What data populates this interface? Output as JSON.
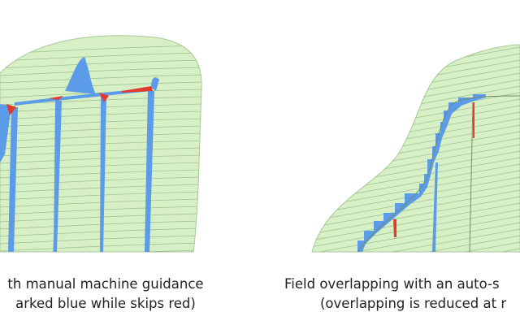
{
  "left_panel": {
    "caption_line1": "th manual machine guidance",
    "caption_line2": "arked blue while skips red)"
  },
  "right_panel": {
    "caption_line1": "Field overlapping with an auto-s",
    "caption_line2": "(overlapping is reduced at r"
  },
  "colors": {
    "field_fill": "#d6efc5",
    "field_stroke": "#a9c99a",
    "overlap": "#5b9be8",
    "skip": "#e23a2c"
  }
}
